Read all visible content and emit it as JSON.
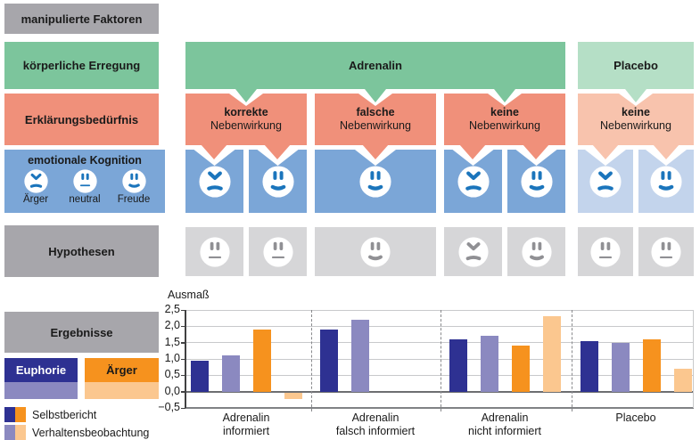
{
  "palette": {
    "gray_box": "#a7a6ab",
    "green": "#7cc59c",
    "green_light": "#b5dfc6",
    "salmon": "#f0907a",
    "salmon_light": "#f8c3ad",
    "blue": "#7ba6d7",
    "blue_light": "#c3d4ec",
    "gray_light_box": "#d6d6d8",
    "face_blue": "#1b75bc",
    "face_gray": "#909094"
  },
  "rows": {
    "factors_label": "manipulierte Faktoren",
    "arousal_label": "körperliche Erregung",
    "explanation_label": "Erklärungsbedürfnis",
    "cognition_label": "emotionale Kognition",
    "hypotheses_label": "Hypothesen",
    "results_label": "Ergebnisse"
  },
  "arousal": {
    "adrenalin": "Adrenalin",
    "placebo": "Placebo"
  },
  "cognition_legend": [
    {
      "face": "angry",
      "label": "Ärger"
    },
    {
      "face": "neutral",
      "label": "neutral"
    },
    {
      "face": "happy",
      "label": "Freude"
    }
  ],
  "columns": [
    {
      "bold": "korrekte",
      "rest": "Nebenwirkung",
      "light": false,
      "cognition_faces": [
        "angry",
        "happy"
      ],
      "hypothesis_faces": [
        "neutral",
        "neutral"
      ]
    },
    {
      "bold": "falsche",
      "rest": "Nebenwirkung",
      "light": false,
      "cognition_faces": [
        "happy"
      ],
      "hypothesis_faces": [
        "happy"
      ]
    },
    {
      "bold": "keine",
      "rest": "Nebenwirkung",
      "light": false,
      "cognition_faces": [
        "angry",
        "happy"
      ],
      "hypothesis_faces": [
        "angry",
        "happy"
      ]
    },
    {
      "bold": "keine",
      "rest": "Nebenwirkung",
      "light": true,
      "cognition_faces": [
        "angry",
        "happy"
      ],
      "hypothesis_faces": [
        "neutral",
        "neutral"
      ]
    }
  ],
  "results": {
    "euphoria_label": "Euphorie",
    "anger_label": "Ärger",
    "legend": [
      {
        "label": "Selbstbericht"
      },
      {
        "label": "Verhaltensbeobachtung"
      }
    ]
  },
  "chart_data": {
    "type": "bar",
    "title": "Ausmaß",
    "categories": [
      "Adrenalin informiert",
      "Adrenalin falsch informiert",
      "Adrenalin nicht informiert",
      "Placebo"
    ],
    "category_lines": [
      [
        "Adrenalin",
        "informiert"
      ],
      [
        "Adrenalin",
        "falsch informiert"
      ],
      [
        "Adrenalin",
        "nicht informiert"
      ],
      [
        "Placebo",
        ""
      ]
    ],
    "series": [
      {
        "name": "Euphorie – Selbstbericht",
        "color": "#2e3192",
        "values": [
          0.95,
          1.9,
          1.6,
          1.55
        ]
      },
      {
        "name": "Euphorie – Verhaltensbeobachtung",
        "color": "#8b89c0",
        "values": [
          1.1,
          2.2,
          1.7,
          1.5
        ]
      },
      {
        "name": "Ärger – Selbstbericht",
        "color": "#f6921e",
        "values": [
          1.9,
          null,
          1.4,
          1.6
        ]
      },
      {
        "name": "Ärger – Verhaltensbeobachtung",
        "color": "#fbc78f",
        "values": [
          -0.2,
          null,
          2.3,
          0.7
        ]
      }
    ],
    "ylim": [
      -0.5,
      2.5
    ],
    "ytick_step": 0.5,
    "ytick_labels": [
      "2,5",
      "2,0",
      "1,5",
      "1,0",
      "0,5",
      "0,0",
      "−0,5"
    ],
    "ylabel": "",
    "xlabel": "",
    "grid": true,
    "legend_position": "bottom-left",
    "group_separators": "dashed"
  }
}
